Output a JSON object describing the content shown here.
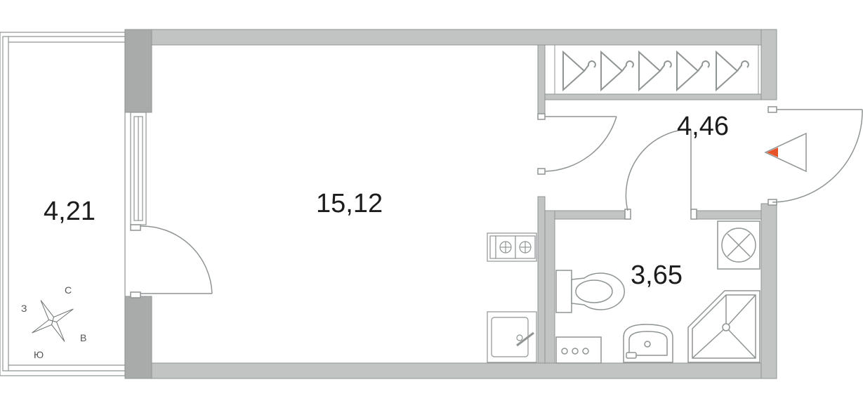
{
  "floor_plan": {
    "rooms": [
      {
        "id": "balcony",
        "area": "4,21"
      },
      {
        "id": "living-room",
        "area": "15,12"
      },
      {
        "id": "hallway",
        "area": "4,46"
      },
      {
        "id": "bathroom",
        "area": "3,65"
      }
    ],
    "compass": {
      "north": "С",
      "east": "В",
      "south": "Ю",
      "west": "З"
    },
    "entrance_marker_color": "#e8542a",
    "wall_color": "#c2c4c4",
    "column_color": "#a9abab",
    "fixture_color": "#8f9494"
  }
}
